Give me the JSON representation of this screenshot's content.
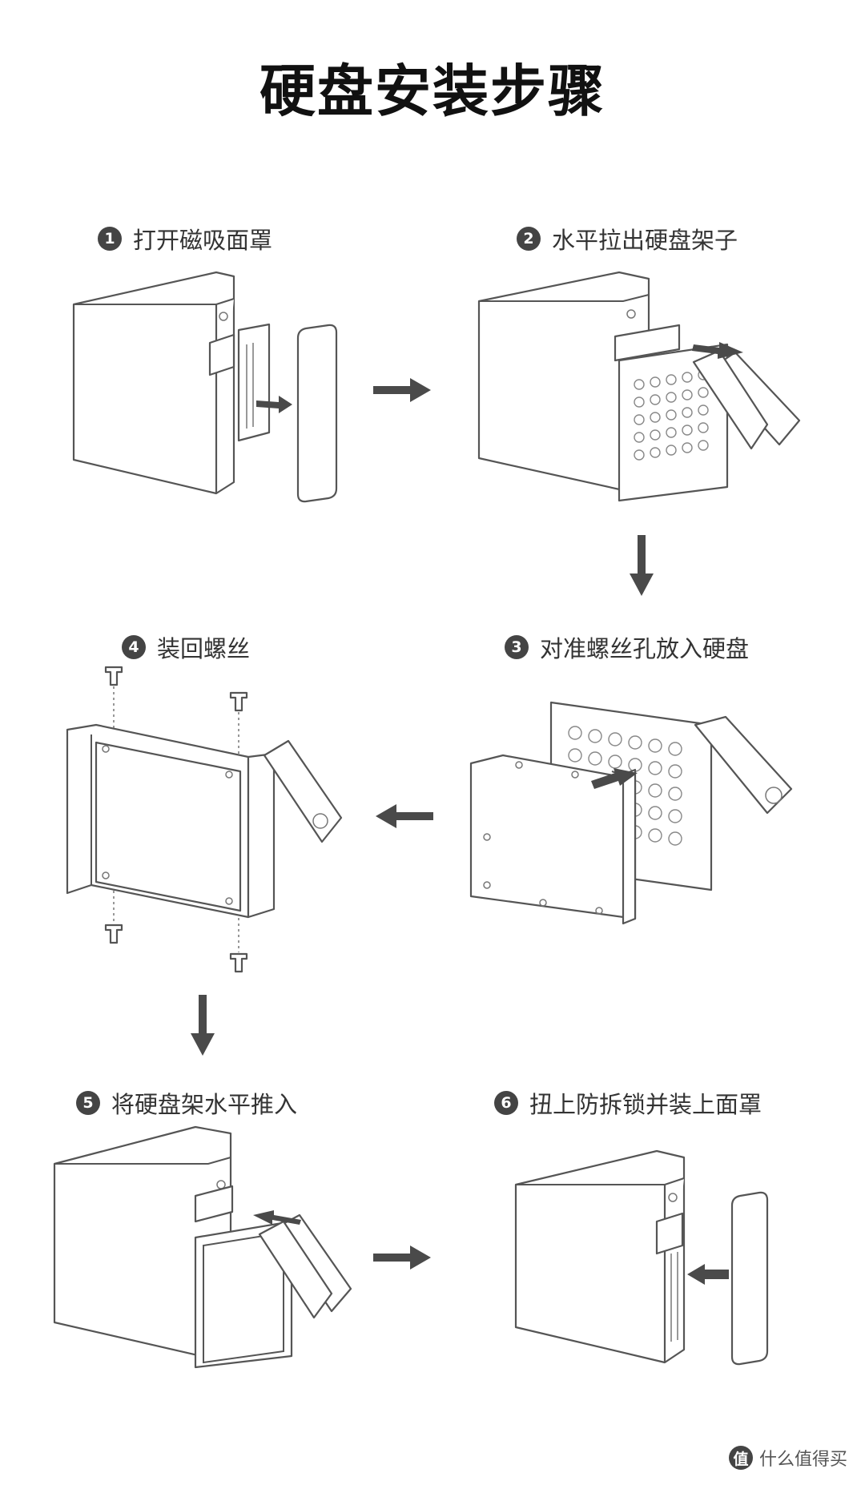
{
  "title": "硬盘安装步骤",
  "steps": [
    {
      "num": "1",
      "label": "打开磁吸面罩"
    },
    {
      "num": "2",
      "label": "水平拉出硬盘架子"
    },
    {
      "num": "3",
      "label": "对准螺丝孔放入硬盘"
    },
    {
      "num": "4",
      "label": "装回螺丝"
    },
    {
      "num": "5",
      "label": "将硬盘架水平推入"
    },
    {
      "num": "6",
      "label": "扭上防拆锁并装上面罩"
    }
  ],
  "watermark": {
    "badge": "值",
    "text": "什么值得买"
  }
}
